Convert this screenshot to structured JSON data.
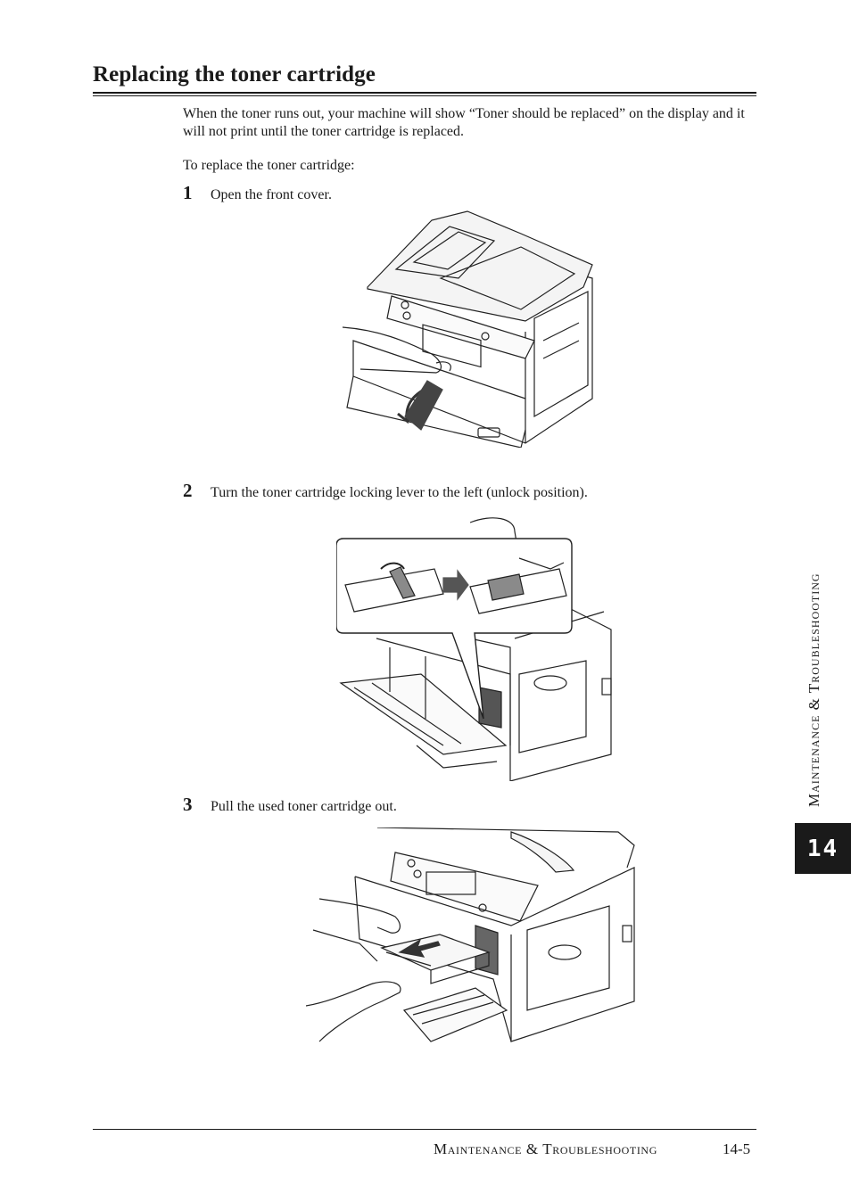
{
  "section": {
    "title": "Replacing the toner cartridge"
  },
  "intro": {
    "p1": "When the toner runs out, your machine will show “Toner should be replaced” on the display and it will not print until the toner cartridge is replaced.",
    "p2": "To replace the toner cartridge:"
  },
  "steps": [
    {
      "num": "1",
      "text": "Open the front cover."
    },
    {
      "num": "2",
      "text": "Turn the toner cartridge locking lever to the left (unlock position)."
    },
    {
      "num": "3",
      "text": "Pull the used toner cartridge out."
    }
  ],
  "sidebar": {
    "chapter_label": "Maintenance & Troubleshooting",
    "chapter_number": "14"
  },
  "footer": {
    "chapter_label": "Maintenance & Troubleshooting",
    "page_number": "14-5"
  }
}
